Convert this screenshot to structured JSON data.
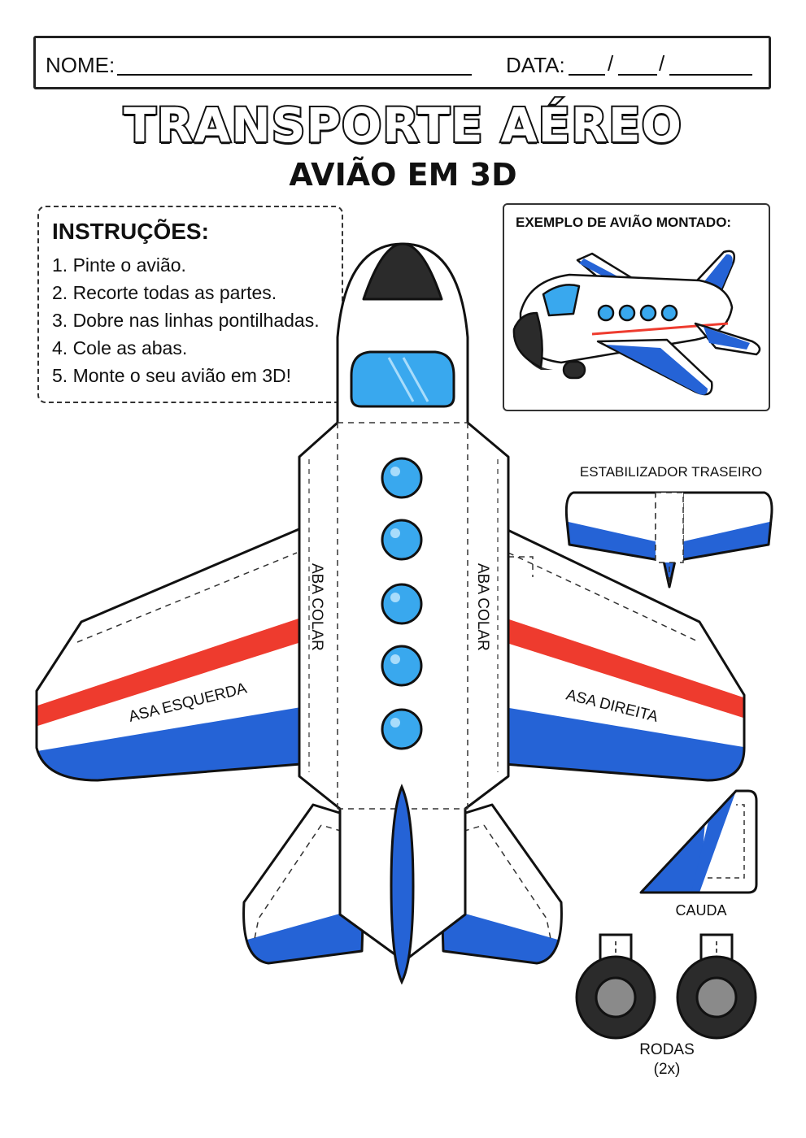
{
  "header": {
    "name_label": "NOME:",
    "date_label": "DATA:"
  },
  "title": "TRANSPORTE AÉREO",
  "subtitle": "AVIÃO EM 3D",
  "instructions": {
    "heading": "INSTRUÇÕES:",
    "items": [
      "1.  Pinte o avião.",
      "2.  Recorte todas as partes.",
      "3.  Dobre nas linhas pontilhadas.",
      "4.  Cole as abas.",
      "5.  Monte o seu avião em 3D!"
    ]
  },
  "example": {
    "label": "EXEMPLO DE AVIÃO MONTADO:"
  },
  "parts": {
    "tab_left": "ABA COLAR",
    "tab_right": "ABA COLAR",
    "left_wing": "ASA ESQUERDA",
    "right_wing": "ASA DIREITA",
    "stabilizer": "ESTABILIZADOR TRASEIRO",
    "tail": "CAUDA",
    "wheels": "RODAS",
    "wheels_count": "(2x)"
  },
  "colors": {
    "blue": "#2563d6",
    "light_blue": "#39a8ee",
    "red": "#ee3b2e",
    "outline": "#111111",
    "nose": "#2b2b2b",
    "wheel_gray": "#8a8a8a"
  }
}
